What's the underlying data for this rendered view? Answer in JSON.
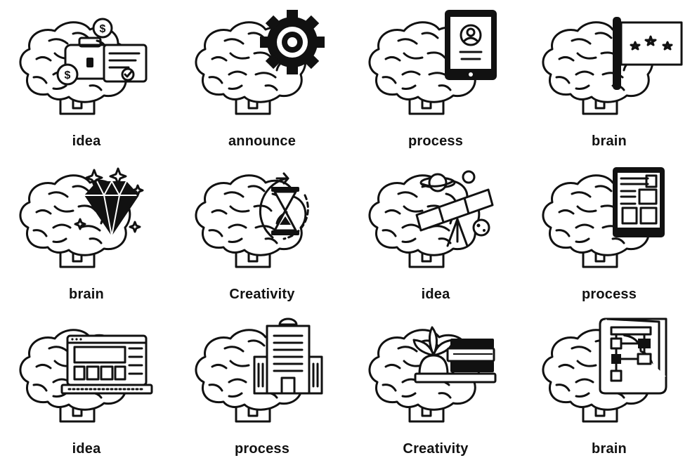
{
  "icons": [
    {
      "label": "idea",
      "object": "briefcase-money-icon"
    },
    {
      "label": "announce",
      "object": "gear-icon"
    },
    {
      "label": "process",
      "object": "tablet-profile-icon"
    },
    {
      "label": "brain",
      "object": "star-flag-icon"
    },
    {
      "label": "brain",
      "object": "diamond-icon"
    },
    {
      "label": "Creativity",
      "object": "hourglass-icon"
    },
    {
      "label": "idea",
      "object": "telescope-planets-icon"
    },
    {
      "label": "process",
      "object": "tablet-document-icon"
    },
    {
      "label": "idea",
      "object": "laptop-icon"
    },
    {
      "label": "process",
      "object": "building-icon"
    },
    {
      "label": "Creativity",
      "object": "plant-books-icon"
    },
    {
      "label": "brain",
      "object": "flowchart-scroll-icon"
    }
  ],
  "colors": {
    "line": "#111111",
    "background": "#ffffff"
  }
}
